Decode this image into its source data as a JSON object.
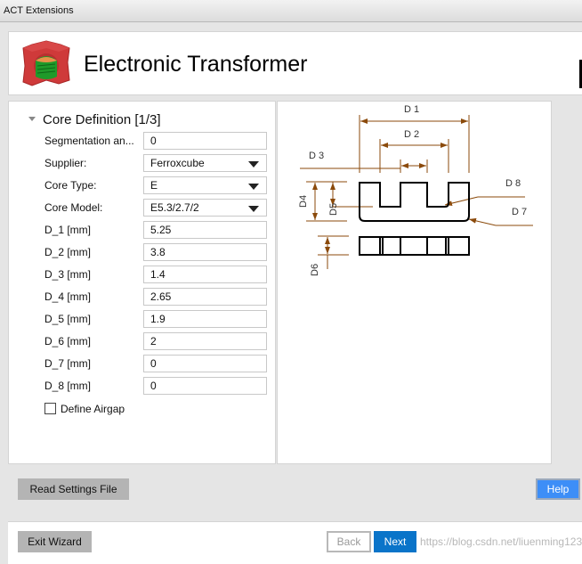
{
  "window": {
    "title": "ACT Extensions"
  },
  "header": {
    "title": "Electronic Transformer",
    "logo_icon": "transformer-core-icon"
  },
  "section": {
    "title": "Core Definition [1/3]"
  },
  "fields": [
    {
      "label": "Segmentation an...",
      "value": "0",
      "type": "text"
    },
    {
      "label": "Supplier:",
      "value": "Ferroxcube",
      "type": "select"
    },
    {
      "label": "Core Type:",
      "value": "E",
      "type": "select"
    },
    {
      "label": "Core Model:",
      "value": "E5.3/2.7/2",
      "type": "select"
    },
    {
      "label": "D_1 [mm]",
      "value": "5.25",
      "type": "text"
    },
    {
      "label": "D_2 [mm]",
      "value": "3.8",
      "type": "text"
    },
    {
      "label": "D_3 [mm]",
      "value": "1.4",
      "type": "text"
    },
    {
      "label": "D_4 [mm]",
      "value": "2.65",
      "type": "text"
    },
    {
      "label": "D_5 [mm]",
      "value": "1.9",
      "type": "text"
    },
    {
      "label": "D_6 [mm]",
      "value": "2",
      "type": "text"
    },
    {
      "label": "D_7 [mm]",
      "value": "0",
      "type": "text"
    },
    {
      "label": "D_8 [mm]",
      "value": "0",
      "type": "text"
    }
  ],
  "airgap": {
    "label": "Define Airgap",
    "checked": false
  },
  "diagram": {
    "labels": {
      "d1": "D 1",
      "d2": "D 2",
      "d3": "D 3",
      "d4": "D4",
      "d5": "D5",
      "d6": "D6",
      "d7": "D 7",
      "d8": "D 8"
    },
    "dim_color": "#8b4a0b"
  },
  "buttons": {
    "read_settings": "Read Settings File",
    "help": "Help",
    "exit_wizard": "Exit Wizard",
    "back": "Back",
    "next": "Next"
  },
  "watermark": "https://blog.csdn.net/liuenming123"
}
